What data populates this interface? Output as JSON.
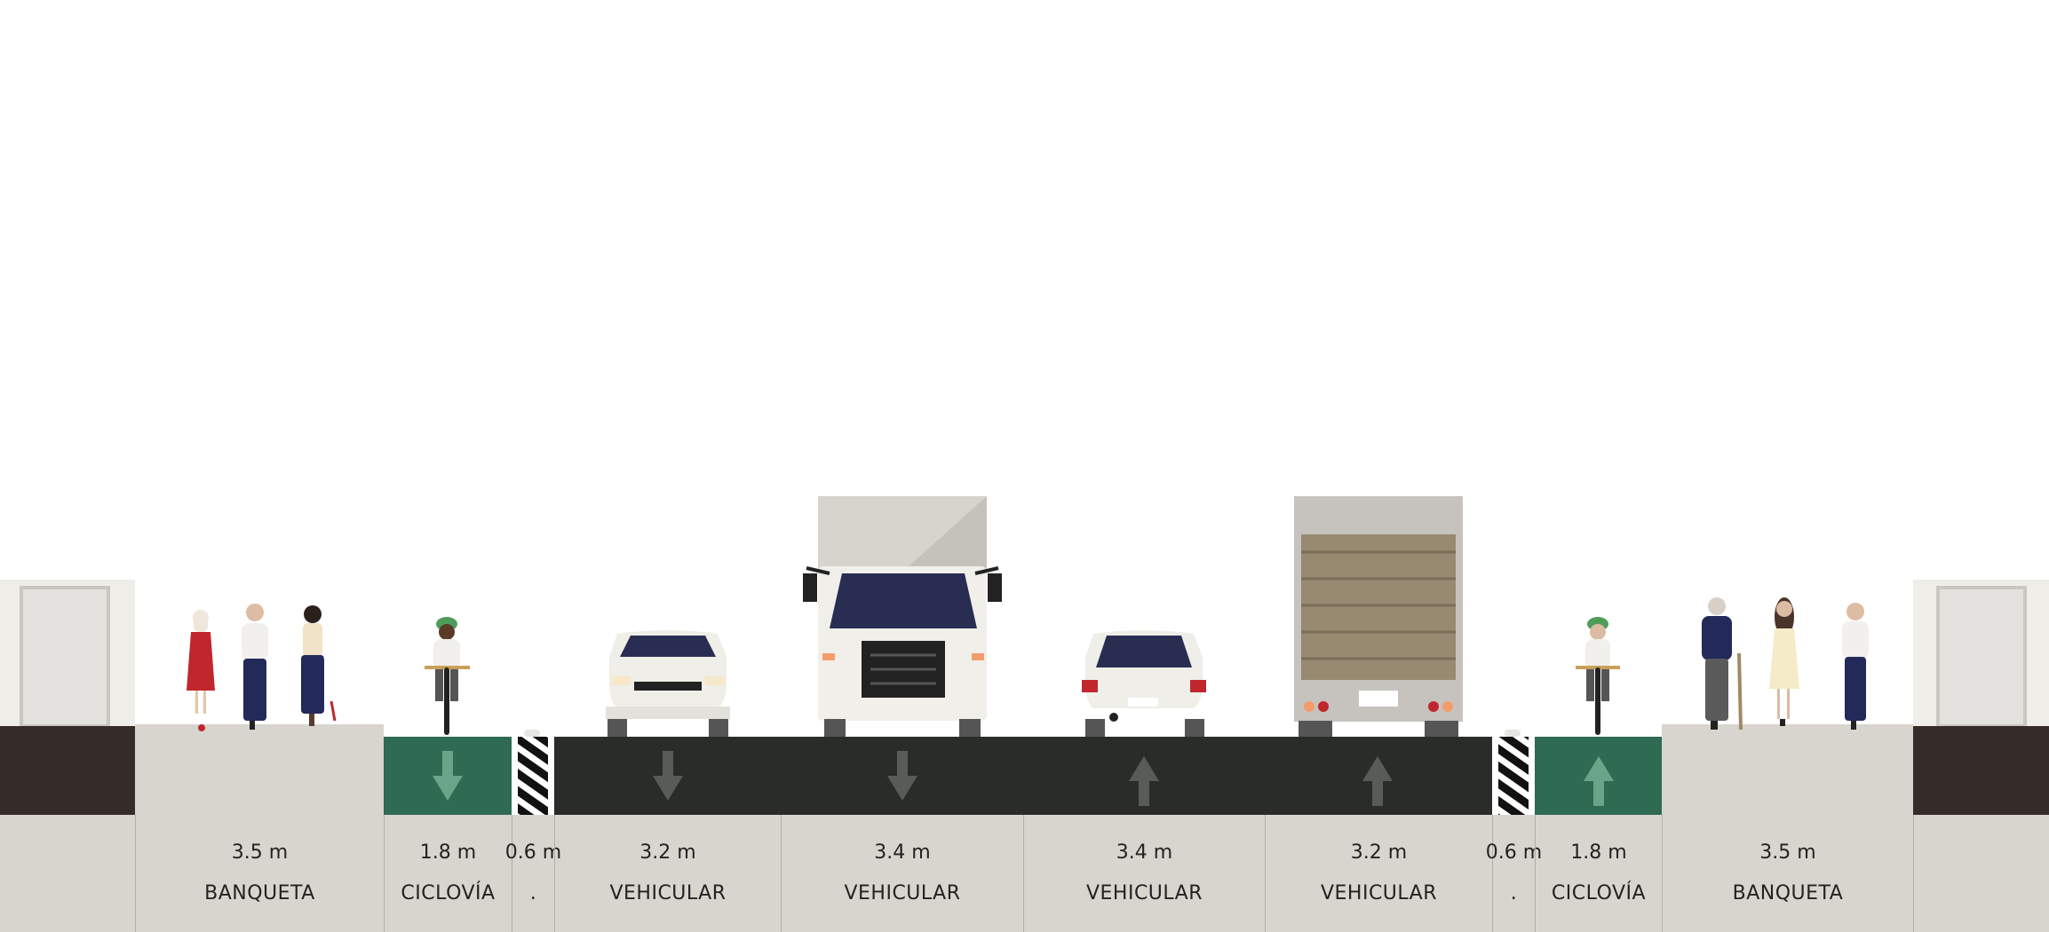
{
  "colors": {
    "background": "#ffffff",
    "sidewalk": "#d8d5cf",
    "road": "#2a2c2a",
    "bike_lane": "#2f6a52",
    "curb_dark": "#352c2a",
    "building": "#f2f1ed",
    "arrow_road": "#595b59",
    "arrow_bike": "#6aa58a"
  },
  "segments": [
    {
      "width": "",
      "name": "",
      "type": "building",
      "icon": "building-left"
    },
    {
      "width": "3.5 m",
      "name": "BANQUETA",
      "type": "sidewalk",
      "icon": "pedestrians"
    },
    {
      "width": "1.8 m",
      "name": "CICLOVÍA",
      "type": "bike-lane",
      "direction": "down",
      "icon": "cyclist"
    },
    {
      "width": "0.6 m",
      "name": ".",
      "type": "buffer",
      "icon": "striped-bollard"
    },
    {
      "width": "3.2 m",
      "name": "VEHICULAR",
      "type": "drive-lane",
      "direction": "down",
      "icon": "car-front"
    },
    {
      "width": "3.4 m",
      "name": "VEHICULAR",
      "type": "drive-lane",
      "direction": "down",
      "icon": "truck-front"
    },
    {
      "width": "3.4 m",
      "name": "VEHICULAR",
      "type": "drive-lane",
      "direction": "up",
      "icon": "car-rear"
    },
    {
      "width": "3.2 m",
      "name": "VEHICULAR",
      "type": "drive-lane",
      "direction": "up",
      "icon": "truck-rear"
    },
    {
      "width": "0.6 m",
      "name": ".",
      "type": "buffer",
      "icon": "striped-bollard"
    },
    {
      "width": "1.8 m",
      "name": "CICLOVÍA",
      "type": "bike-lane",
      "direction": "up",
      "icon": "cyclist"
    },
    {
      "width": "3.5 m",
      "name": "BANQUETA",
      "type": "sidewalk",
      "icon": "pedestrians"
    },
    {
      "width": "",
      "name": "",
      "type": "building",
      "icon": "building-right"
    }
  ]
}
